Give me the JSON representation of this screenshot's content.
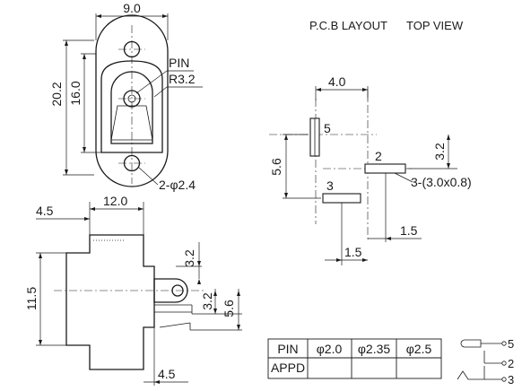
{
  "titles": {
    "pcb_layout": "P.C.B LAYOUT",
    "top_view": "TOP VIEW"
  },
  "front_view": {
    "width": "9.0",
    "height_total": "20.2",
    "height_inner": "16.0",
    "pin_label": "PIN",
    "radius": "R3.2",
    "holes": "2-φ2.4"
  },
  "side_view": {
    "length": "12.0",
    "offset": "4.5",
    "height": "11.5",
    "pin_height": "3.2",
    "pin_offset_a": "3.2",
    "pin_offset_b": "5.6",
    "bottom_offset": "4.5"
  },
  "pcb": {
    "span_x": "4.0",
    "span_y": "5.6",
    "pin2_y": "3.2",
    "pad_label": "3-(3.0x0.8)",
    "gap_a": "1.5",
    "gap_b": "1.5",
    "pin_numbers": [
      "5",
      "2",
      "3"
    ]
  },
  "table": {
    "headers": [
      "PIN",
      "φ2.0",
      "φ2.35",
      "φ2.5"
    ],
    "row_label": "APPD"
  },
  "schematic": {
    "pins": [
      "5",
      "2",
      "3"
    ]
  }
}
